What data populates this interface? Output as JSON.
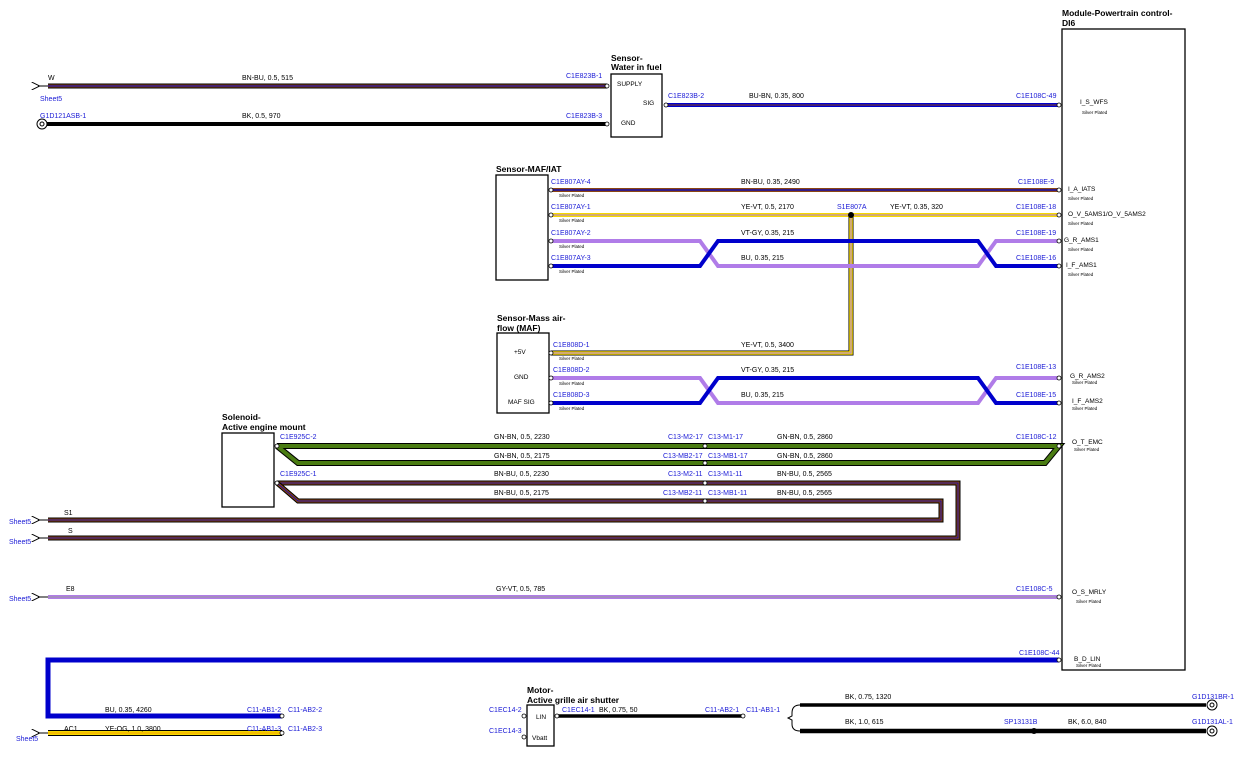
{
  "modules": {
    "pcm": {
      "title1": "Module-Powertrain control-",
      "title2": "DI6",
      "pins": [
        "I_S_WFS",
        "I_A_IATS",
        "O_V_5AMS1/O_V_5AMS2",
        "G_R_AMS1",
        "I_F_AMS1",
        "G_R_AMS2",
        "I_F_AMS2",
        "O_T_EMC",
        "O_S_MRLY",
        "B_D_LIN"
      ]
    },
    "wif": {
      "title1": "Sensor-",
      "title2": "Water in fuel",
      "pins": [
        "SUPPLY",
        "SIG",
        "GND"
      ]
    },
    "maf_iat": {
      "title1": "Sensor-MAF/IAT"
    },
    "maf": {
      "title1": "Sensor-Mass air-",
      "title2": "flow (MAF)",
      "pins": [
        "+5V",
        "GND",
        "MAF SIG"
      ]
    },
    "mount": {
      "title1": "Solenoid-",
      "title2": "Active engine mount"
    },
    "grille": {
      "title1": "Motor-",
      "title2": "Active grille air shutter",
      "pins": [
        "LIN",
        "Vbatt"
      ]
    }
  },
  "plating": "Silver Plated",
  "sheet_ref": "Sheet5",
  "connectors": {
    "c1e823b_1": "C1E823B-1",
    "c1e823b_3": "C1E823B-3",
    "c1e823b_2": "C1E823B-2",
    "g1d121asb_1": "G1D121ASB-1",
    "c1e108c_49": "C1E108C-49",
    "c1e807ay_4": "C1E807AY-4",
    "c1e807ay_1": "C1E807AY-1",
    "c1e807ay_2": "C1E807AY-2",
    "c1e807ay_3": "C1E807AY-3",
    "c1e108e_9": "C1E108E-9",
    "c1e108e_18": "C1E108E-18",
    "c1e108e_19": "C1E108E-19",
    "c1e108e_16": "C1E108E-16",
    "s1e807a": "S1E807A",
    "c1e808d_1": "C1E808D-1",
    "c1e808d_2": "C1E808D-2",
    "c1e808d_3": "C1E808D-3",
    "c1e108e_13": "C1E108E-13",
    "c1e108e_15": "C1E108E-15",
    "c1e925c_2": "C1E925C-2",
    "c1e925c_1": "C1E925C-1",
    "c13_m2_17": "C13-M2-17",
    "c13_m1_17": "C13-M1-17",
    "c13_mb2_17": "C13-MB2-17",
    "c13_mb1_17": "C13-MB1-17",
    "c13_m2_11": "C13-M2-11",
    "c13_m1_11": "C13-M1-11",
    "c13_mb2_11": "C13-MB2-11",
    "c13_mb1_11": "C13-MB1-11",
    "c1e108c_12": "C1E108C-12",
    "c1e108c_5": "C1E108C-5",
    "c1e108c_44": "C1E108C-44",
    "c11_ab1_2": "C11-AB1-2",
    "c11_ab2_2": "C11-AB2-2",
    "c11_ab1_3": "C11-AB1-3",
    "c11_ab2_3": "C11-AB2-3",
    "c1ec14_2": "C1EC14-2",
    "c1ec14_3": "C1EC14-3",
    "c1ec14_1": "C1EC14-1",
    "c11_ab2_1": "C11-AB2-1",
    "c11_ab1_1": "C11-AB1-1",
    "g1d131br_1": "G1D131BR-1",
    "g1d131al_1": "G1D131AL-1",
    "sp13131b": "SP13131B"
  },
  "wire_labels": {
    "w1": "BN-BU,  0.5,  515",
    "w2": "BK,  0.5,  970",
    "w3": "BU-BN,  0.35,  800",
    "w4": "BN-BU,  0.35,  2490",
    "w5": "YE-VT,  0.5,  2170",
    "w6": "YE-VT,  0.35,  320",
    "w7": "VT-GY,  0.35,  215",
    "w8": "BU,  0.35,  215",
    "w9": "YE-VT,  0.5,  3400",
    "w10": "VT-GY,  0.35,  215",
    "w11": "BU,  0.35,  215",
    "w12a": "GN-BN,  0.5,  2230",
    "w12b": "GN-BN,  0.5,  2860",
    "w13a": "GN-BN,  0.5,  2175",
    "w13b": "GN-BN,  0.5,  2860",
    "w14a": "BN-BU,  0.5,  2230",
    "w14b": "BN-BU,  0.5,  2565",
    "w15a": "BN-BU,  0.5,  2175",
    "w15b": "BN-BU,  0.5,  2565",
    "w16": "GY-VT,  0.5,  785",
    "w17": "BU,  0.35,  4260",
    "w18": "YE-OG,  1.0,  3800",
    "w19": "BK,  0.75,  50",
    "w20": "BK,  0.75,  1320",
    "w21": "BK,  1.0,  615",
    "w22": "BK,  6.0,  840"
  },
  "offsheet": {
    "w": "W",
    "s1": "S1",
    "s": "S",
    "e8": "E8",
    "ac1": "AC1"
  },
  "colors": {
    "BN": "#8b4513",
    "BU": "#0000cc",
    "BK": "#000000",
    "YE": "#f5d800",
    "VT": "#b07ce8",
    "GY": "#9a9a9a",
    "GN": "#4a7c12",
    "OG": "#f5a000"
  }
}
